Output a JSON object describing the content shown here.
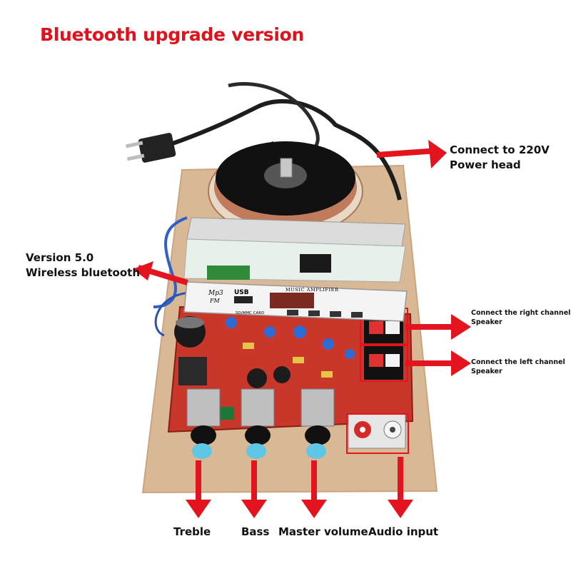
{
  "title": "Bluetooth upgrade version",
  "colors": {
    "title": "#e1121c",
    "arrow": "#e3141e",
    "board": "#c8372a",
    "wood": "#d9b896"
  },
  "callouts": {
    "power": [
      "Connect to 220V",
      "Power head"
    ],
    "bluetooth": [
      "Version 5.0",
      "Wireless bluetooth"
    ],
    "right_channel": [
      "Connect the right channel",
      "Speaker"
    ],
    "left_channel": [
      "Connect the left channel",
      "Speaker"
    ]
  },
  "bottom_labels": {
    "treble": "Treble",
    "bass": "Bass",
    "volume": "Master volume",
    "audio": "Audio input"
  },
  "panel": {
    "mp3": "Mp3",
    "fm": "FM",
    "usb": "USB",
    "card": "SD/MMC CARD",
    "name": "MUSIC AMPLIFIER"
  }
}
